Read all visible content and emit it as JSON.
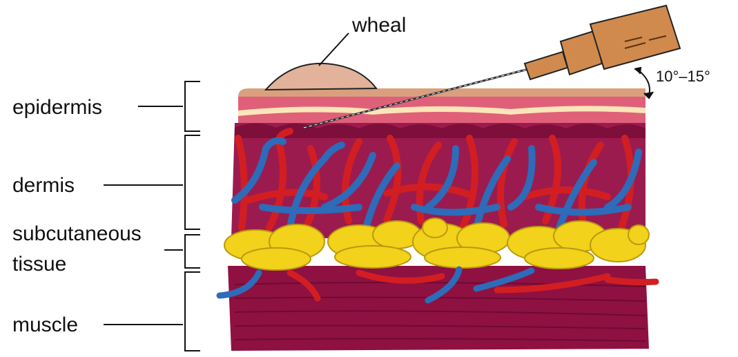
{
  "labels": {
    "wheal": "wheal",
    "angle": "10°–15°",
    "epidermis": "epidermis",
    "dermis": "dermis",
    "subcutaneous": "subcutaneous",
    "tissue": "tissue",
    "muscle": "muscle"
  },
  "colors": {
    "muscle": "#8e1142",
    "muscle_stripe": "#6d0b31",
    "dermis": "#9b1b4f",
    "epidermis_top": "#d9a07e",
    "epidermis_pink": "#e0607a",
    "epidermis_cream": "#fbe6b8",
    "fat": "#f2d21a",
    "fat_outline": "#b89a10",
    "artery": "#d21e22",
    "vein": "#2e6bb8",
    "syringe": "#d08a4e"
  }
}
